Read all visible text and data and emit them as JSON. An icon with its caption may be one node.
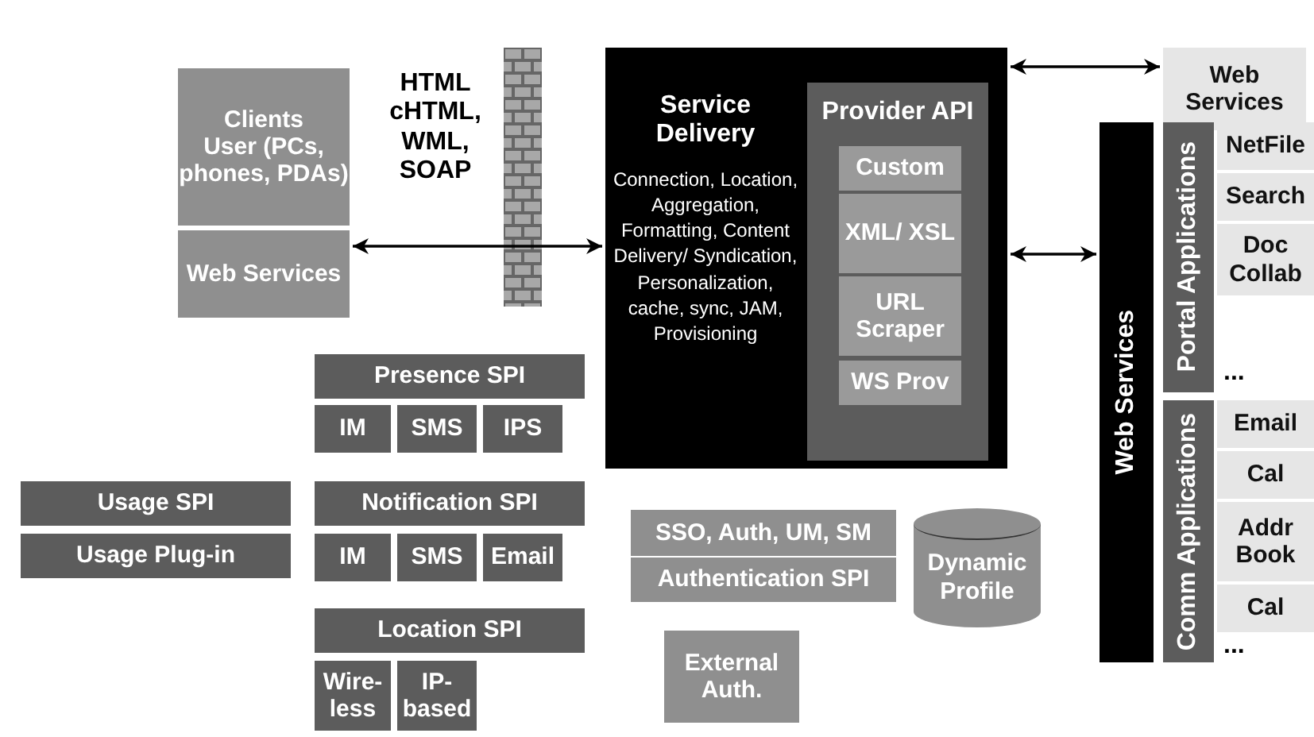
{
  "diagram": {
    "nodes": [
      {
        "text": [
          "Clients",
          "User (PCs, phones, PDAs)"
        ]
      },
      {
        "text": [
          "Web Services"
        ]
      },
      {
        "text": [
          "Service Delivery",
          "Connection, Location, Aggregation, Formatting, Content Delivery/ Syndication, Personalization, cache, sync, JAM, Provisioning"
        ]
      },
      {
        "text": [
          "Provider API"
        ],
        "in": 2
      },
      {
        "text": [
          "Custom"
        ],
        "in": 3
      },
      {
        "text": [
          "XML/ XSL"
        ],
        "in": 3
      },
      {
        "text": [
          "URL Scraper"
        ],
        "in": 3
      },
      {
        "text": [
          "WS Prov"
        ],
        "in": 3
      },
      {
        "text": [
          "Web Services"
        ]
      },
      {
        "text": [
          "Web Services"
        ]
      },
      {
        "text": [
          "Portal Applications"
        ]
      },
      {
        "text": [
          "NetFile"
        ]
      },
      {
        "text": [
          "Search"
        ]
      },
      {
        "text": [
          "Doc Collab"
        ]
      },
      {
        "text": [
          "Comm Applications"
        ]
      },
      {
        "text": [
          "Email"
        ]
      },
      {
        "text": [
          "Cal"
        ]
      },
      {
        "text": [
          "Addr Book"
        ]
      },
      {
        "text": [
          "Cal"
        ]
      },
      {
        "text": [
          "Presence SPI"
        ]
      },
      {
        "text": [
          "IM"
        ]
      },
      {
        "text": [
          "SMS"
        ]
      },
      {
        "text": [
          "IPS"
        ]
      },
      {
        "text": [
          "Usage SPI"
        ]
      },
      {
        "text": [
          "Usage Plug-in"
        ]
      },
      {
        "text": [
          "Notification SPI"
        ]
      },
      {
        "text": [
          "IM"
        ]
      },
      {
        "text": [
          "SMS"
        ]
      },
      {
        "text": [
          "Email"
        ]
      },
      {
        "text": [
          "SSO, Auth, UM, SM"
        ]
      },
      {
        "text": [
          "Authentication SPI"
        ]
      },
      {
        "text": [
          "Dynamic Profile"
        ]
      },
      {
        "text": [
          "Location SPI"
        ]
      },
      {
        "text": [
          "Wire- less"
        ]
      },
      {
        "text": [
          "IP- based"
        ]
      },
      {
        "text": [
          "External Auth."
        ]
      }
    ],
    "edges": [
      {
        "from": 1,
        "to": 2,
        "arrow": "both"
      },
      {
        "from": 2,
        "to": 8,
        "arrow": "both"
      },
      {
        "from": 2,
        "to": 9,
        "arrow": "both"
      }
    ],
    "labels": [
      "HTML cHTML, WML, SOAP",
      "...",
      "..."
    ]
  }
}
